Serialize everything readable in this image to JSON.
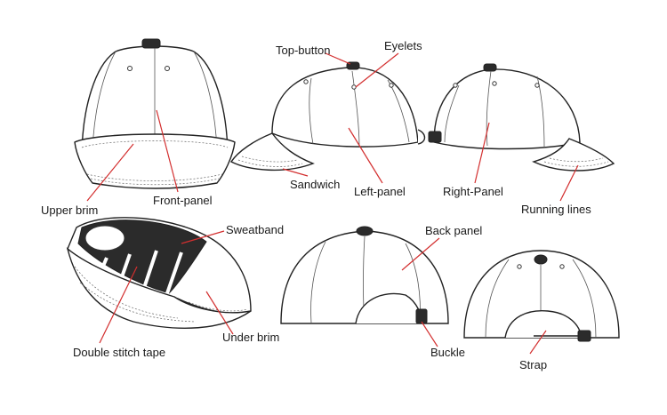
{
  "labels": {
    "top_button": "Top-button",
    "eyelets": "Eyelets",
    "upper_brim": "Upper brim",
    "front_panel": "Front-panel",
    "sandwich": "Sandwich",
    "left_panel": "Left-panel",
    "right_panel": "Right-Panel",
    "running_lines": "Running lines",
    "sweatband": "Sweatband",
    "back_panel": "Back panel",
    "double_stitch_tape": "Double stitch tape",
    "under_brim": "Under brim",
    "buckle": "Buckle",
    "strap": "Strap"
  },
  "colors": {
    "leader_line": "#d32f2f",
    "outline": "#222222",
    "lining": "#2b2b2b"
  }
}
